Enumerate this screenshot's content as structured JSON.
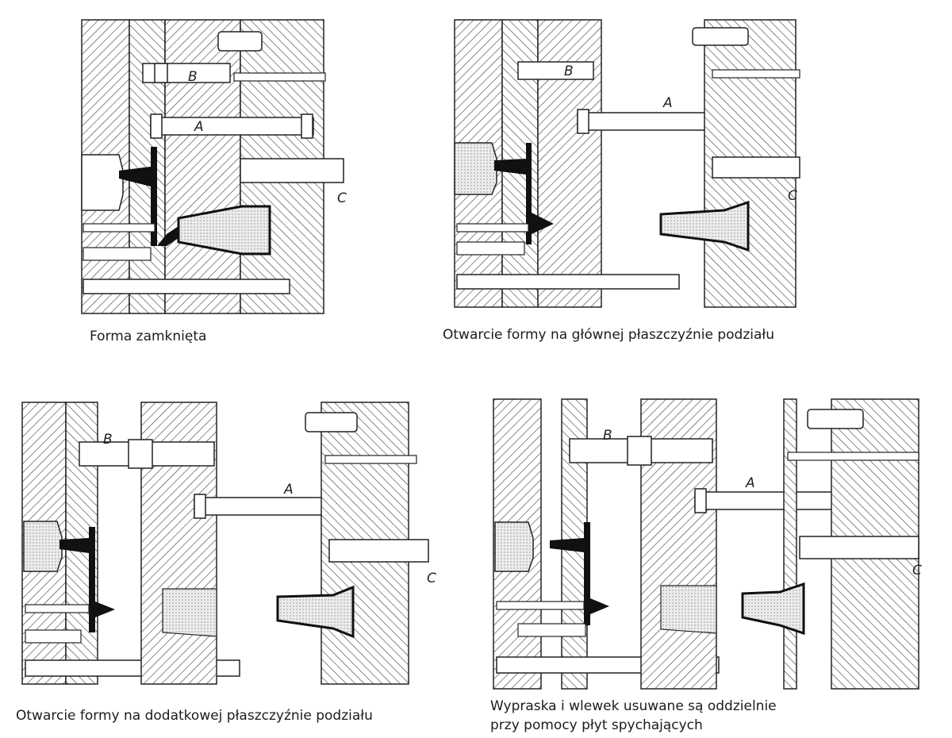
{
  "captions": {
    "closed": "Forma zamknięta",
    "main_parting": "Otwarcie formy na głównej płaszczyźnie podziału",
    "extra_parting": "Otwarcie formy na dodatkowej płaszczyźnie podziału",
    "separate_removal_line1": "Wypraska i wlewek usuwane są oddzielnie",
    "separate_removal_line2": "przy pomocy płyt spychających"
  },
  "part_labels": {
    "a": "A",
    "b": "B",
    "c": "C"
  }
}
